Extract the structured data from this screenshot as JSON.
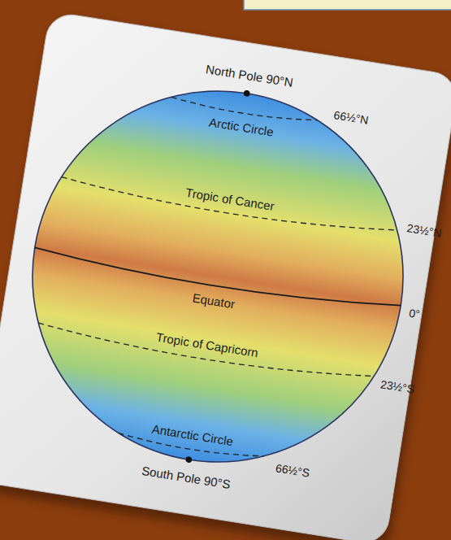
{
  "diagram": {
    "labels": [
      "North Pole 90°N",
      "Arctic Circle",
      "66½°N",
      "Tropic of Cancer",
      "23½°N",
      "Equator",
      "0°",
      "Tropic of Capricorn",
      "23½°S",
      "Antarctic Circle",
      "66½°S",
      "South Pole 90°S"
    ]
  }
}
